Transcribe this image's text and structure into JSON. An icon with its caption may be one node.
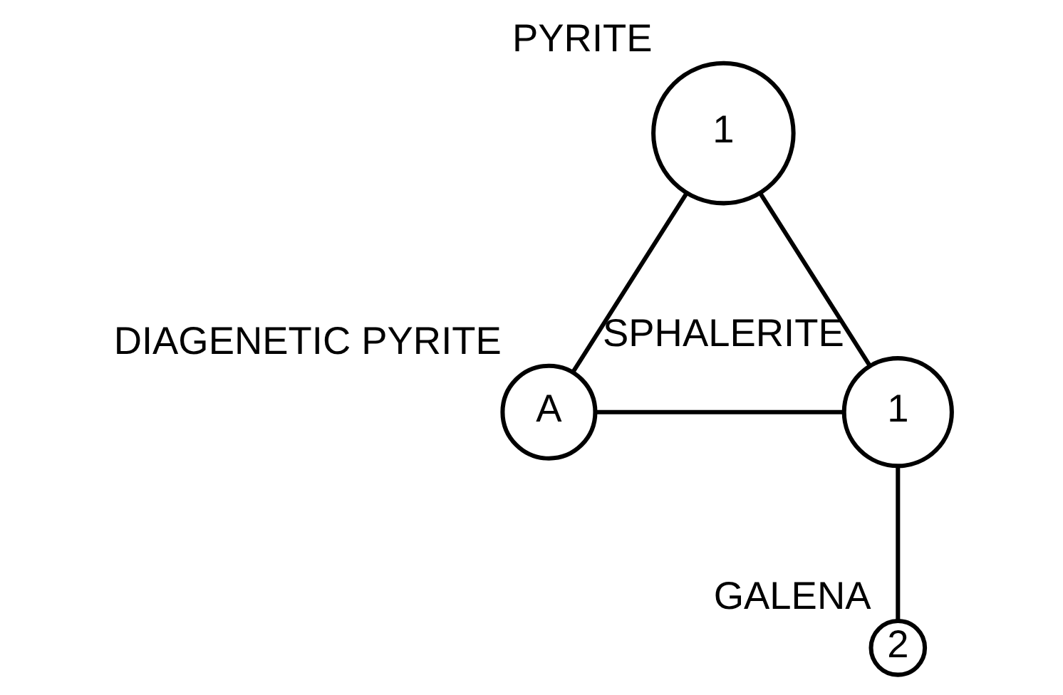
{
  "diagram": {
    "nodes": [
      {
        "text": [
          "1"
        ],
        "beside": [
          "PYRITE"
        ]
      },
      {
        "text": [
          "A"
        ],
        "beside": [
          "DIAGENETIC PYRITE"
        ]
      },
      {
        "text": [
          "1"
        ],
        "beside": [
          "SPHALERITE"
        ]
      },
      {
        "text": [
          "2"
        ],
        "beside": [
          "GALENA"
        ]
      }
    ],
    "edges": [
      {
        "from": 0,
        "to": 1,
        "arrow": "none"
      },
      {
        "from": 0,
        "to": 2,
        "arrow": "none"
      },
      {
        "from": 1,
        "to": 2,
        "arrow": "none"
      },
      {
        "from": 2,
        "to": 3,
        "arrow": "none"
      }
    ]
  }
}
